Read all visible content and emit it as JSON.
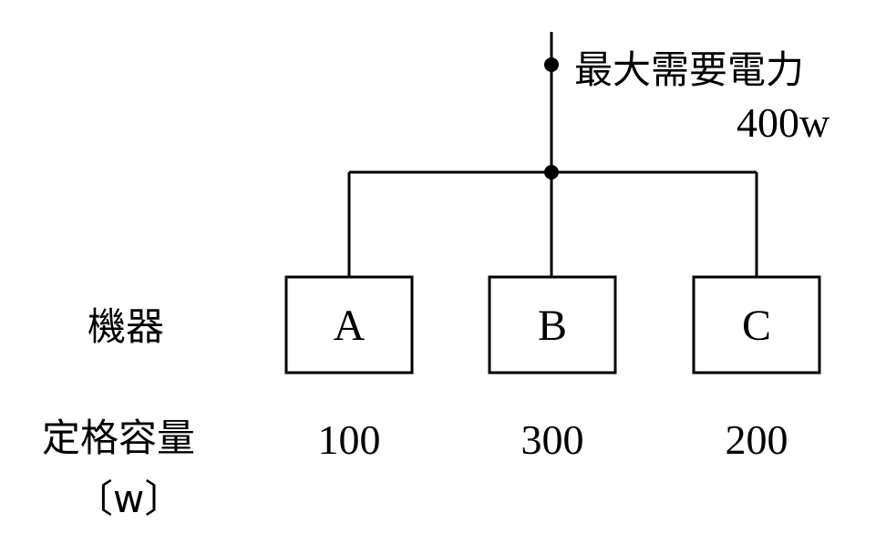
{
  "supply": {
    "label": "最大需要電力",
    "value": "400w"
  },
  "row_labels": {
    "device": "機器",
    "rated_capacity": "定格容量",
    "unit": "〔w〕"
  },
  "devices": [
    {
      "name": "A",
      "capacity": "100"
    },
    {
      "name": "B",
      "capacity": "300"
    },
    {
      "name": "C",
      "capacity": "200"
    }
  ]
}
